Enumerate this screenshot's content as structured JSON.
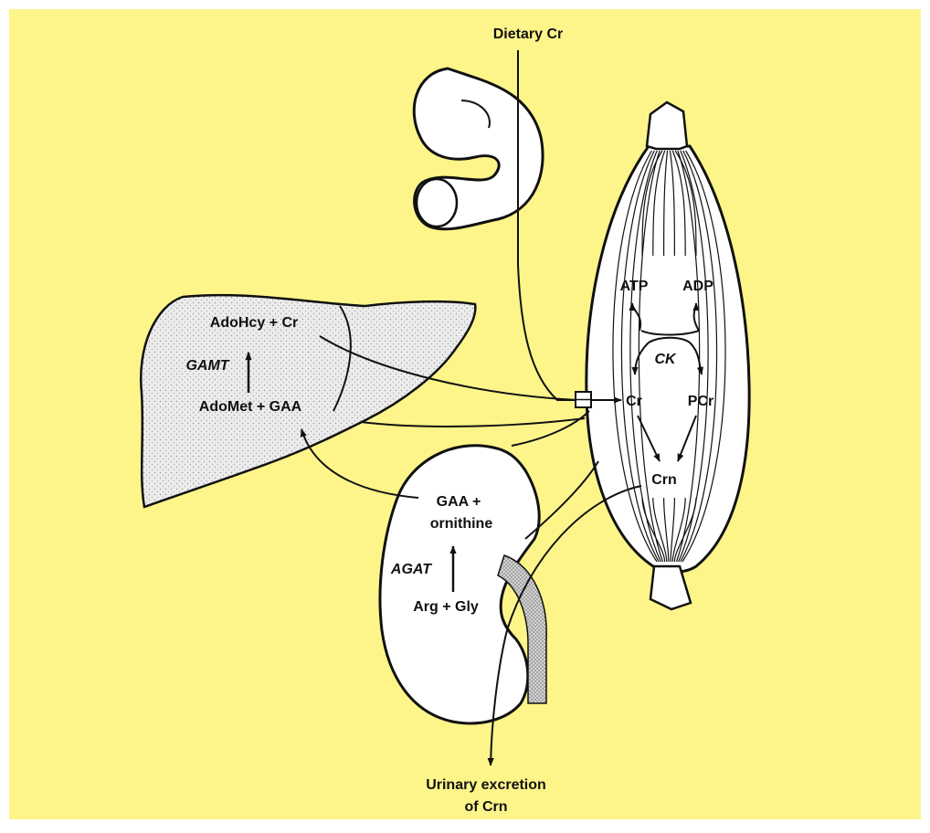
{
  "colors": {
    "background": "#fdf58a",
    "organ_fill": "#ffffff",
    "shaded_fill": "#e6e6e6",
    "stroke": "#111111"
  },
  "labels": {
    "dietary_cr": "Dietary Cr",
    "liver_product": "AdoHcy + Cr",
    "liver_enzyme": "GAMT",
    "liver_substrate": "AdoMet + GAA",
    "kidney_product_1": "GAA +",
    "kidney_product_2": "ornithine",
    "kidney_enzyme": "AGAT",
    "kidney_substrate": "Arg + Gly",
    "muscle_atp": "ATP",
    "muscle_adp": "ADP",
    "muscle_ck": "CK",
    "muscle_cr": "Cr",
    "muscle_pcr": "PCr",
    "muscle_crn": "Crn",
    "urinary_1": "Urinary excretion",
    "urinary_2": "of Crn"
  }
}
